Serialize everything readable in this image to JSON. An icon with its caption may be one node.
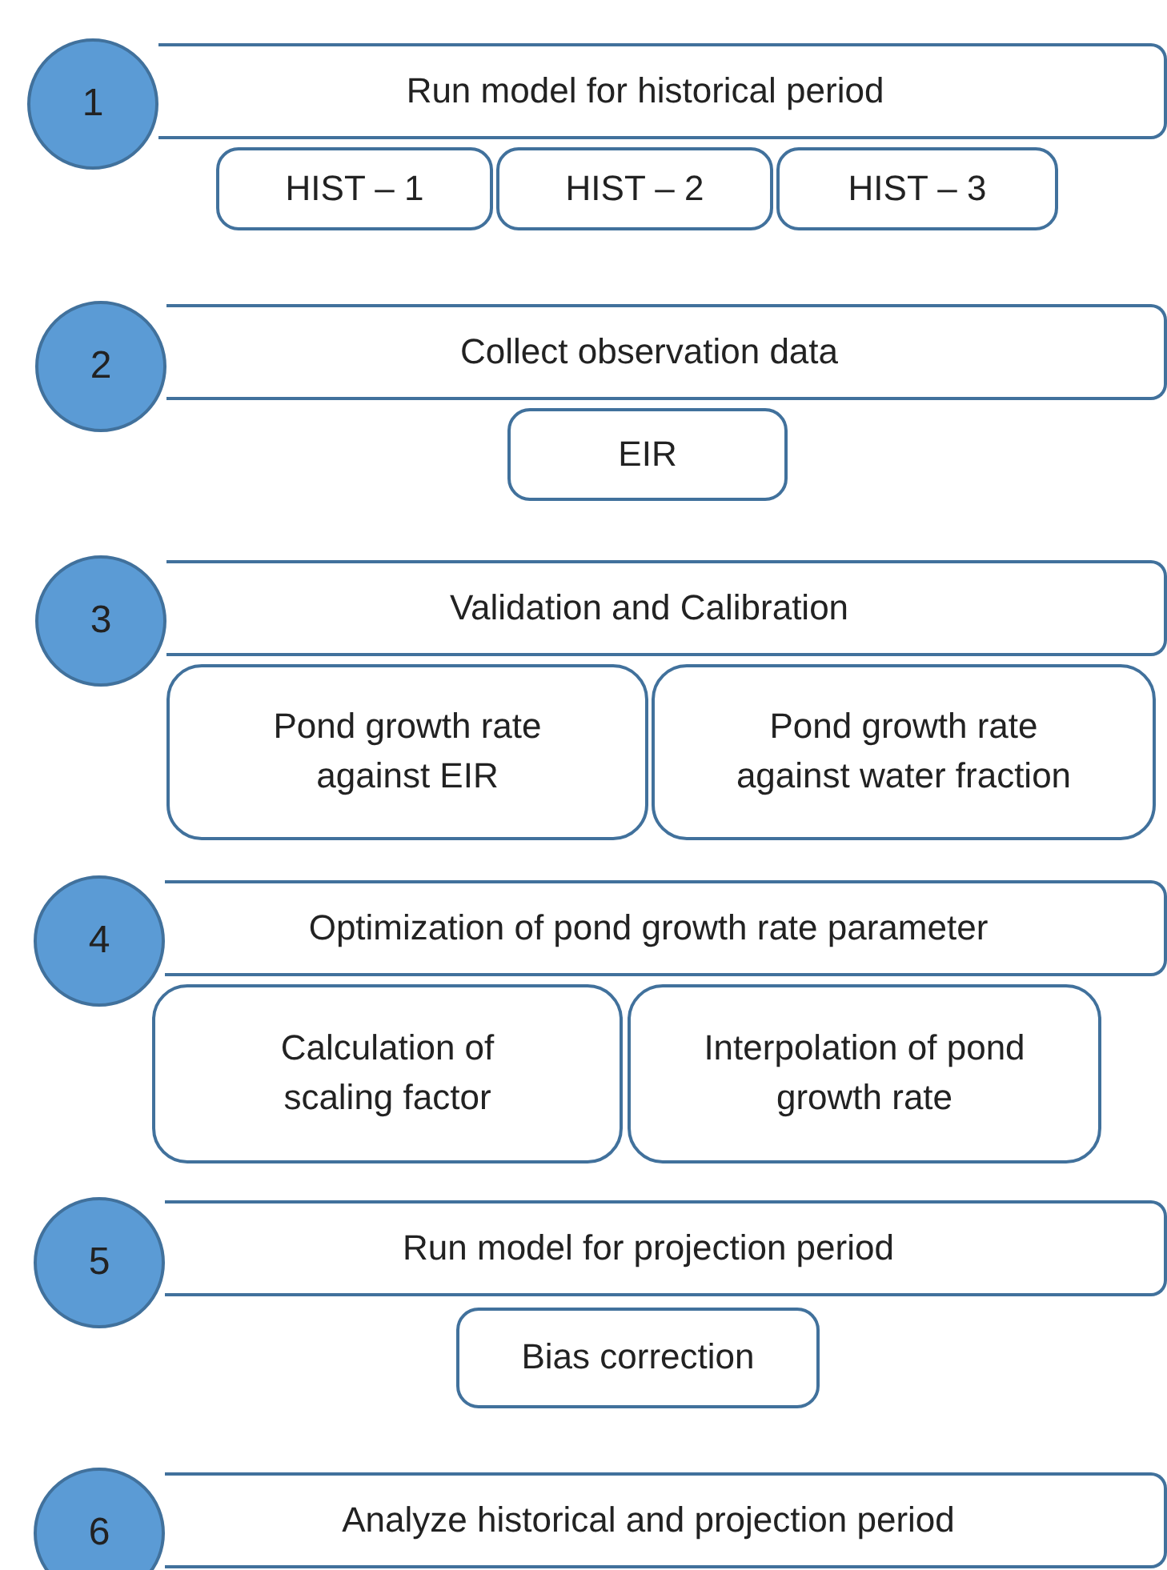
{
  "diagram": {
    "nodes": [
      {
        "text": [
          "1"
        ]
      },
      {
        "text": [
          "Run model for historical period"
        ]
      },
      {
        "text": [
          "HIST – 1"
        ]
      },
      {
        "text": [
          "HIST – 2"
        ]
      },
      {
        "text": [
          "HIST – 3"
        ]
      },
      {
        "text": [
          "2"
        ]
      },
      {
        "text": [
          "Collect observation data"
        ]
      },
      {
        "text": [
          "EIR"
        ]
      },
      {
        "text": [
          "3"
        ]
      },
      {
        "text": [
          "Validation and Calibration"
        ]
      },
      {
        "text": [
          "Pond growth rate against EIR"
        ]
      },
      {
        "text": [
          "Pond growth rate against water fraction"
        ]
      },
      {
        "text": [
          "4"
        ]
      },
      {
        "text": [
          "Optimization of pond growth rate parameter"
        ]
      },
      {
        "text": [
          "Calculation of scaling factor"
        ]
      },
      {
        "text": [
          "Interpolation of pond growth rate"
        ]
      },
      {
        "text": [
          "5"
        ]
      },
      {
        "text": [
          "Run model for projection period"
        ]
      },
      {
        "text": [
          "Bias correction"
        ]
      },
      {
        "text": [
          "6"
        ]
      },
      {
        "text": [
          "Analyze historical and projection period"
        ]
      }
    ]
  }
}
